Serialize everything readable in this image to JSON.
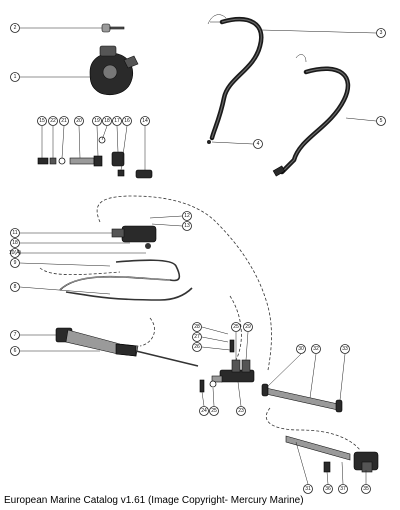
{
  "caption": "European Marine Catalog v1.61 (Image Copyright- Mercury Marine)",
  "callouts": {
    "c1": "1",
    "c2": "2",
    "c3": "3",
    "c4": "4",
    "c5": "5",
    "c15a": "15",
    "c22": "22",
    "c21": "21",
    "c20": "20",
    "c19": "19",
    "c18a": "18",
    "c17": "17",
    "c16": "16",
    "c14": "14",
    "c12": "12",
    "c13": "13",
    "c11": "11",
    "c18b": "18",
    "c10": "10(A)",
    "c9": "9",
    "c8": "8",
    "c7": "7",
    "c6": "6",
    "c28": "28",
    "c27": "27",
    "c26": "26",
    "c25": "25",
    "c29": "29",
    "c24": "24",
    "c23": "23",
    "c30": "30",
    "c31": "31",
    "c32": "32",
    "c33": "33",
    "c34": "34",
    "c35": "35",
    "c36": "36",
    "c37": "37"
  }
}
